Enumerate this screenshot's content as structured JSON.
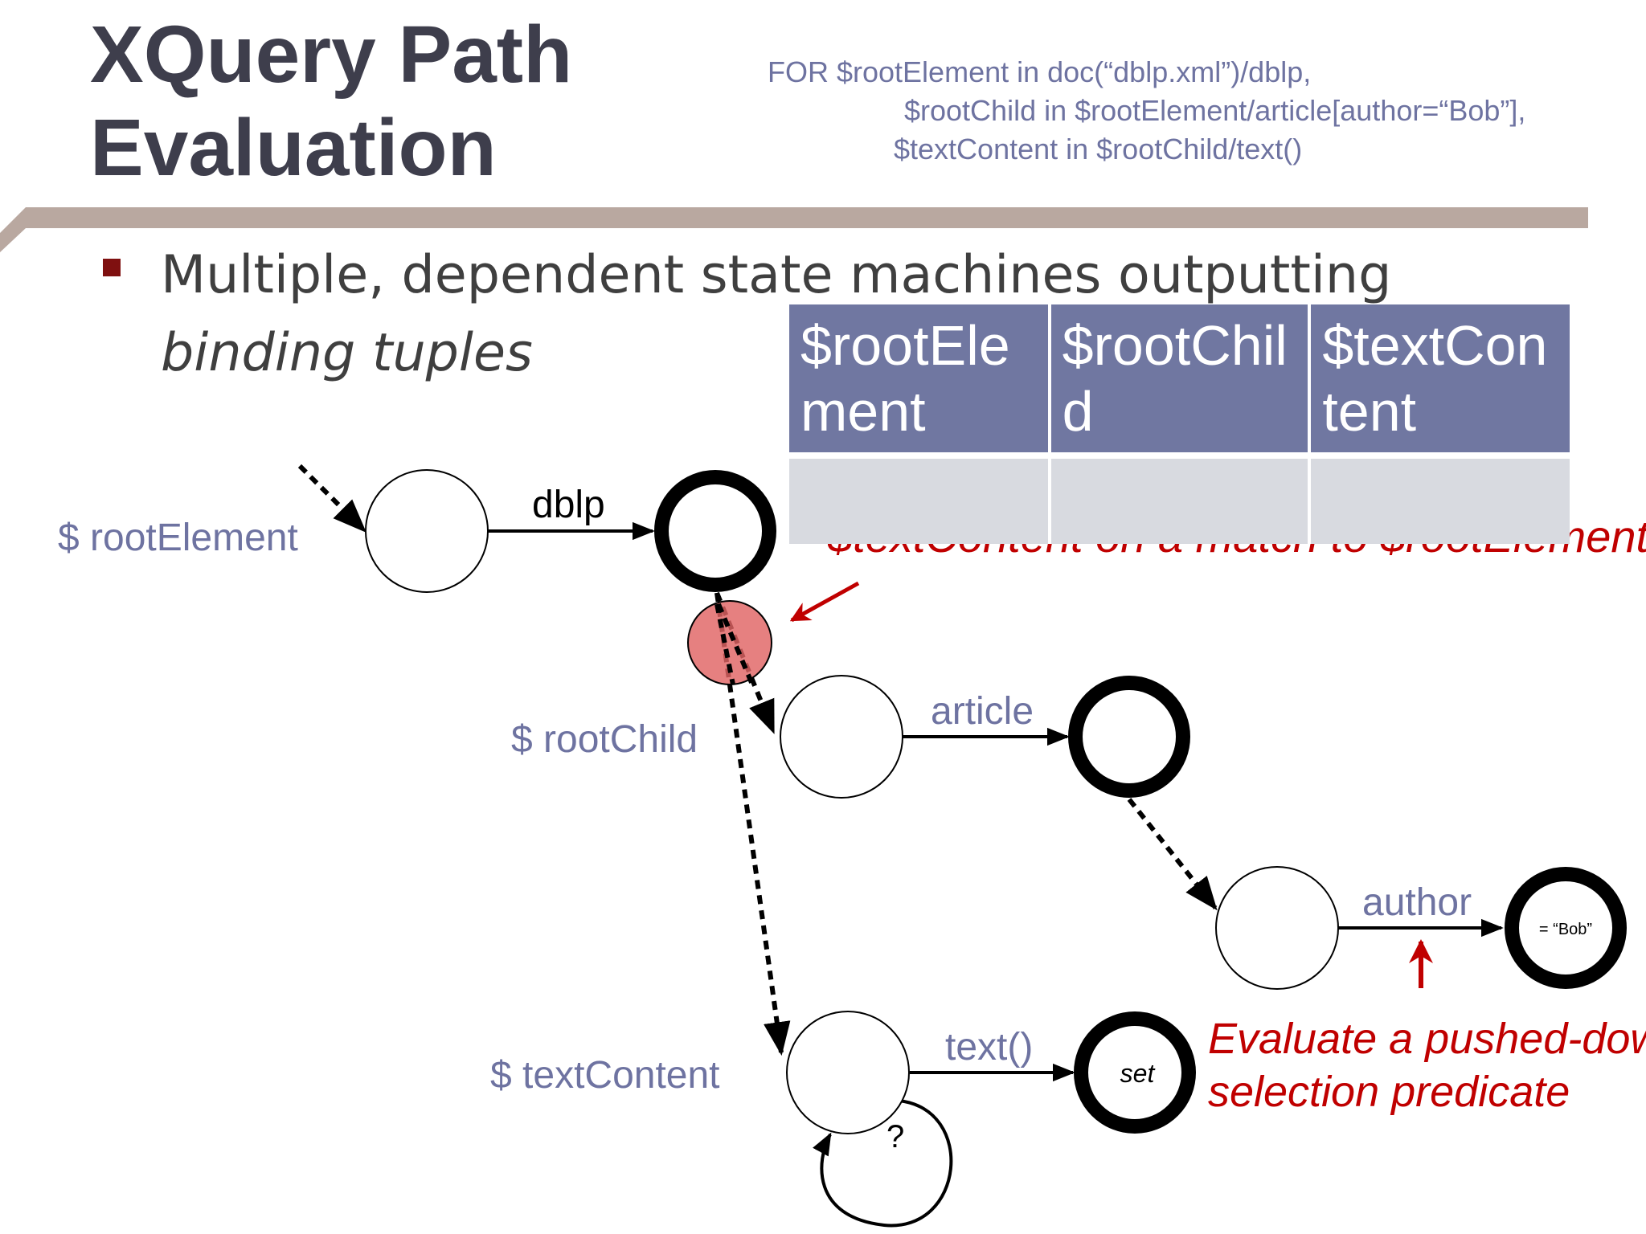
{
  "slide": {
    "title_line1": "XQuery Path",
    "title_line2": "Evaluation",
    "query": [
      "FOR $rootElement in doc(“dblp.xml”)/dblp,",
      "$rootChild in $rootElement/article[author=“Bob”],",
      "$textContent in $rootChild/text()"
    ],
    "bullet_text": "Multiple, dependent state machines outputting",
    "bullet_italic": "binding tuples"
  },
  "table": {
    "headers": [
      "$rootElement",
      "$rootChild",
      "$textContent"
    ],
    "rows": [
      [
        "",
        "",
        ""
      ]
    ]
  },
  "diagram": {
    "var_labels": {
      "root_element": "$ rootElement",
      "root_child": "$ rootChild",
      "text_content": "$ textContent"
    },
    "edge_labels": {
      "dblp": "dblp",
      "article": "article",
      "author": "author",
      "text": "text()",
      "self_loop": "?"
    },
    "node_labels": {
      "bob": "= “Bob”",
      "set": "set"
    },
    "annotations": {
      "match": "$textContent on a match to $rootElement",
      "evaluate_line1": "Evaluate a pushed-down",
      "evaluate_line2": "selection predicate"
    }
  },
  "colors": {
    "title": "#3e3e4c",
    "accent_bar": "#b9a8a0",
    "variable_label": "#6e73a1",
    "table_header": "#7077a1",
    "table_cell": "#d8dae0",
    "annotation_red": "#c00000",
    "highlight_node": "#e06464"
  }
}
